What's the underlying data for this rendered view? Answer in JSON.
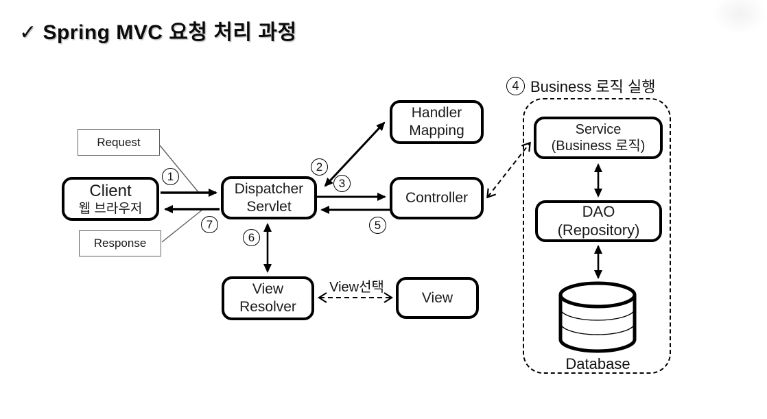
{
  "title": "✓ Spring MVC 요청 처리 과정",
  "colors": {
    "line": "#000000",
    "thin_line": "#606060",
    "background": "#ffffff",
    "text": "#111111"
  },
  "nodes": {
    "client": {
      "title": "Client",
      "subtitle": "웹 브라우저"
    },
    "dispatcher_servlet": {
      "title": "Dispatcher",
      "subtitle": "Servlet"
    },
    "handler_mapping": {
      "title": "Handler",
      "subtitle": "Mapping"
    },
    "controller": {
      "title": "Controller"
    },
    "service": {
      "title": "Service",
      "subtitle": "(Business 로직)"
    },
    "dao": {
      "title": "DAO",
      "subtitle": "(Repository)"
    },
    "view_resolver": {
      "title": "View",
      "subtitle": "Resolver"
    },
    "view": {
      "title": "View"
    },
    "database": {
      "label": "Database"
    }
  },
  "annotations": {
    "request": "Request",
    "response": "Response",
    "view_select": "View선택",
    "business_group": "Business 로직 실행"
  },
  "steps": {
    "1": "1",
    "2": "2",
    "3": "3",
    "4": "4",
    "5": "5",
    "6": "6",
    "7": "7"
  }
}
